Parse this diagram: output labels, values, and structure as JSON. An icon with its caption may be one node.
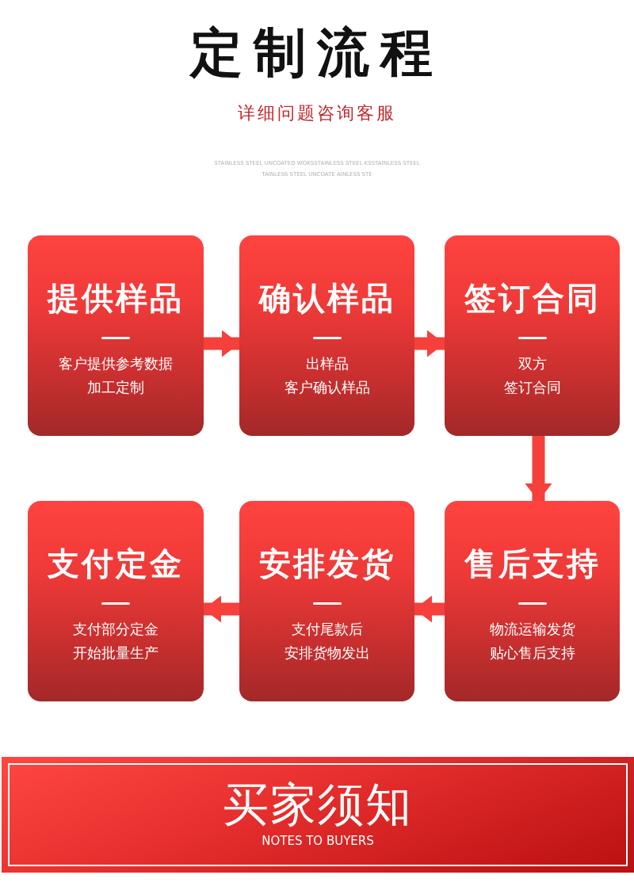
{
  "diagram": {
    "title": "定制流程",
    "nodes": [
      {
        "text": [
          "提供样品",
          "客户提供参考数据",
          "加工定制"
        ]
      },
      {
        "text": [
          "确认样品",
          "出样品",
          "客户确认样品"
        ]
      },
      {
        "text": [
          "签订合同",
          "双方",
          "签订合同"
        ]
      },
      {
        "text": [
          "支付定金",
          "支付部分定金",
          "开始批量生产"
        ]
      },
      {
        "text": [
          "安排发货",
          "支付尾款后",
          "安排货物发出"
        ]
      },
      {
        "text": [
          "售后支持",
          "物流运输发货",
          "贴心售后支持"
        ]
      },
      {
        "text": [
          "买家须知",
          "NOTES TO BUYERS"
        ]
      }
    ],
    "edges": [
      {
        "from": 0,
        "to": 1,
        "arrow": "to"
      },
      {
        "from": 1,
        "to": 2,
        "arrow": "to"
      },
      {
        "from": 2,
        "to": 5,
        "arrow": "to"
      },
      {
        "from": 5,
        "to": 4,
        "arrow": "to"
      },
      {
        "from": 4,
        "to": 3,
        "arrow": "to"
      }
    ],
    "labels": [
      "详细问题咨询客服",
      "STAINLESS STEEL UNCOATED WOKSSTAINLESS STEEL KSSTAINLESS STEEL",
      "TAINLESS STEEL UNCOATE AINLESS STE"
    ]
  }
}
